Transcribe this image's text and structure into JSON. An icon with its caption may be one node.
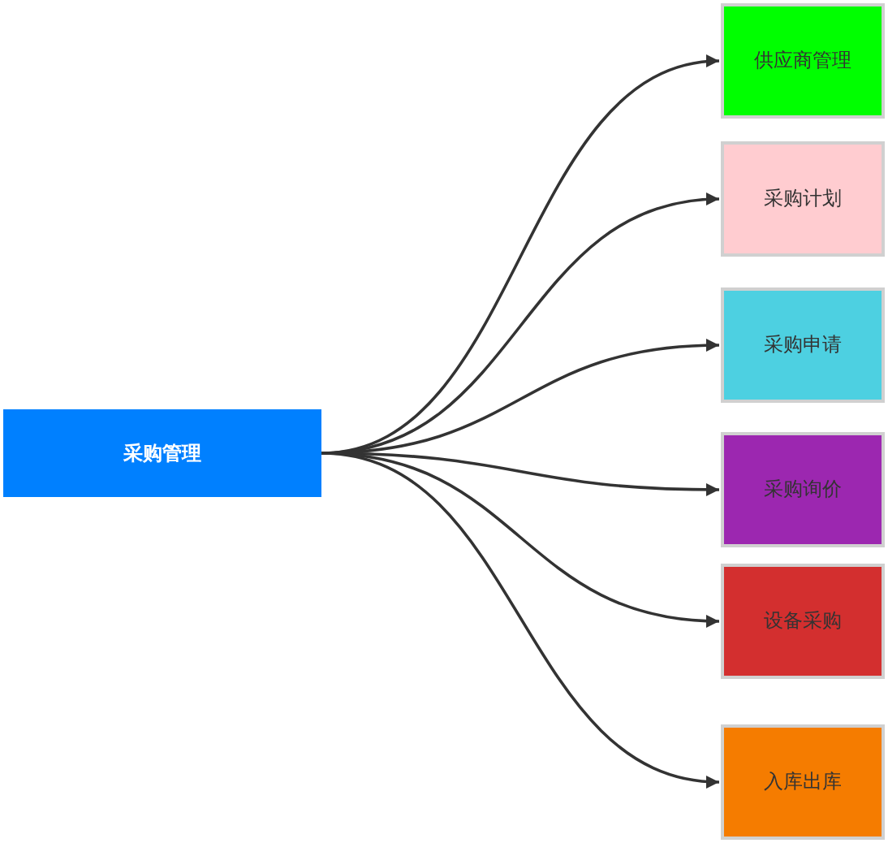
{
  "diagram": {
    "nodes": [
      {
        "text": [
          "采购管理"
        ]
      },
      {
        "text": [
          "供应商管理"
        ]
      },
      {
        "text": [
          "采购计划"
        ]
      },
      {
        "text": [
          "采购申请"
        ]
      },
      {
        "text": [
          "采购询价"
        ]
      },
      {
        "text": [
          "设备采购"
        ]
      },
      {
        "text": [
          "入库出库"
        ]
      }
    ],
    "edges": [
      {
        "from": 0,
        "to": 1,
        "arrow": "to"
      },
      {
        "from": 0,
        "to": 2,
        "arrow": "to"
      },
      {
        "from": 0,
        "to": 3,
        "arrow": "to"
      },
      {
        "from": 0,
        "to": 4,
        "arrow": "to"
      },
      {
        "from": 0,
        "to": 5,
        "arrow": "to"
      },
      {
        "from": 0,
        "to": 6,
        "arrow": "to"
      }
    ]
  }
}
